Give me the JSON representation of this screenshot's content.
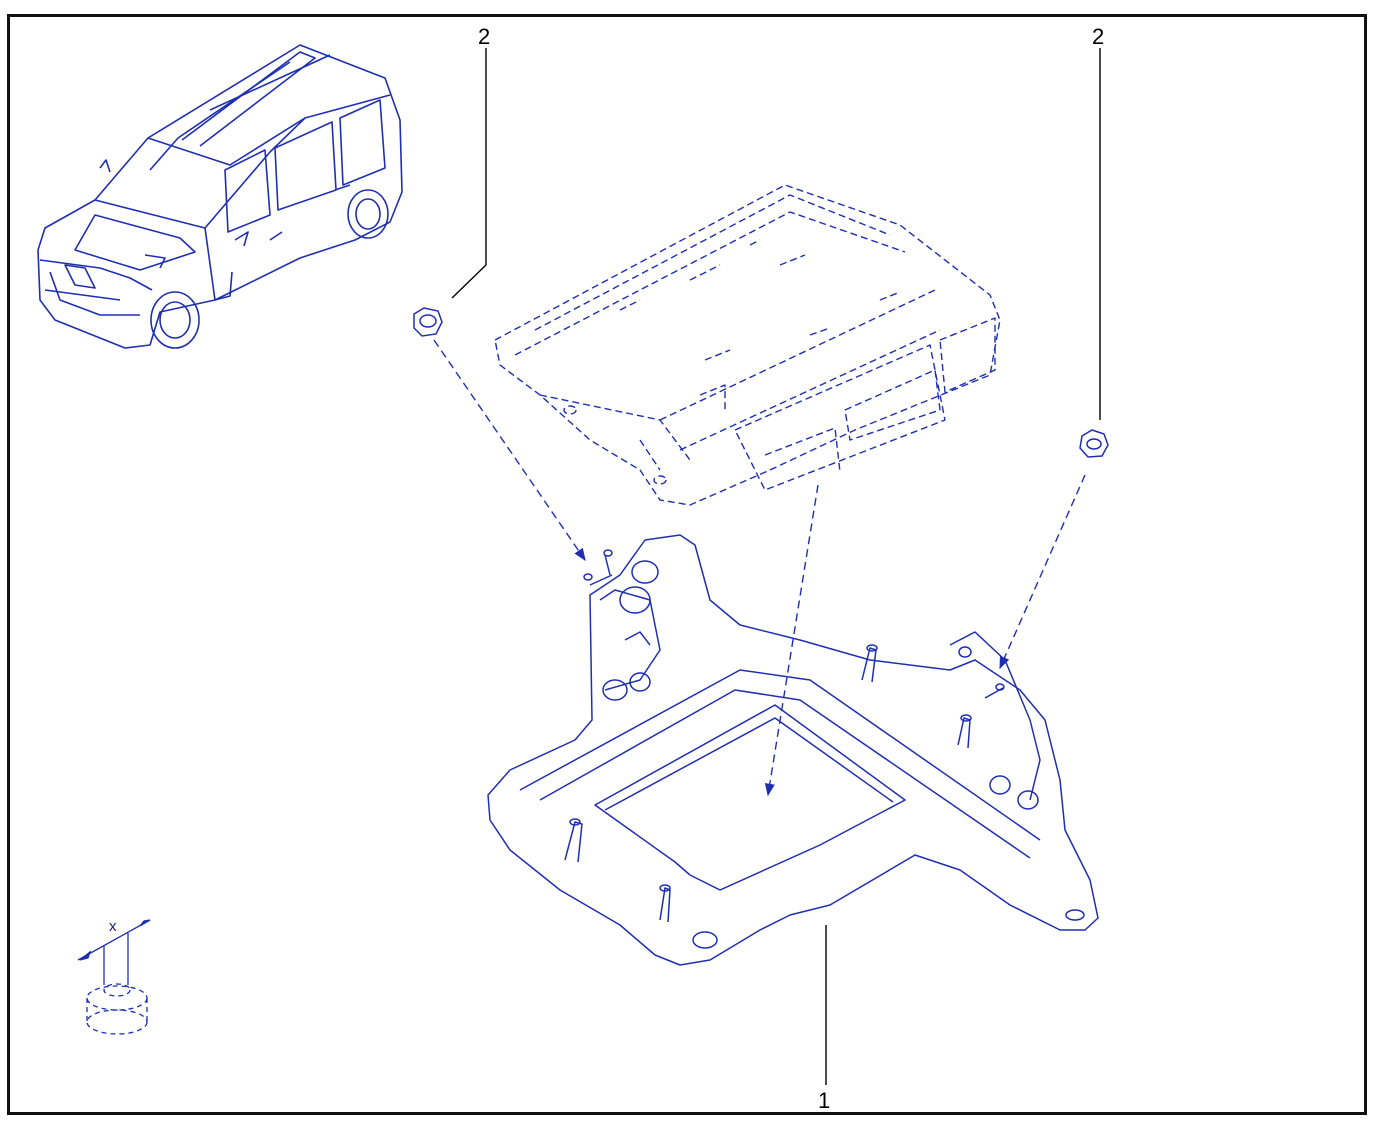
{
  "callouts": {
    "bracket": "1",
    "nut_left": "2",
    "nut_right": "2"
  },
  "dimension": {
    "label": "x"
  },
  "colors": {
    "line": "#1f2fb0",
    "frame": "#111111",
    "leader": "#000000",
    "background": "#ffffff"
  }
}
